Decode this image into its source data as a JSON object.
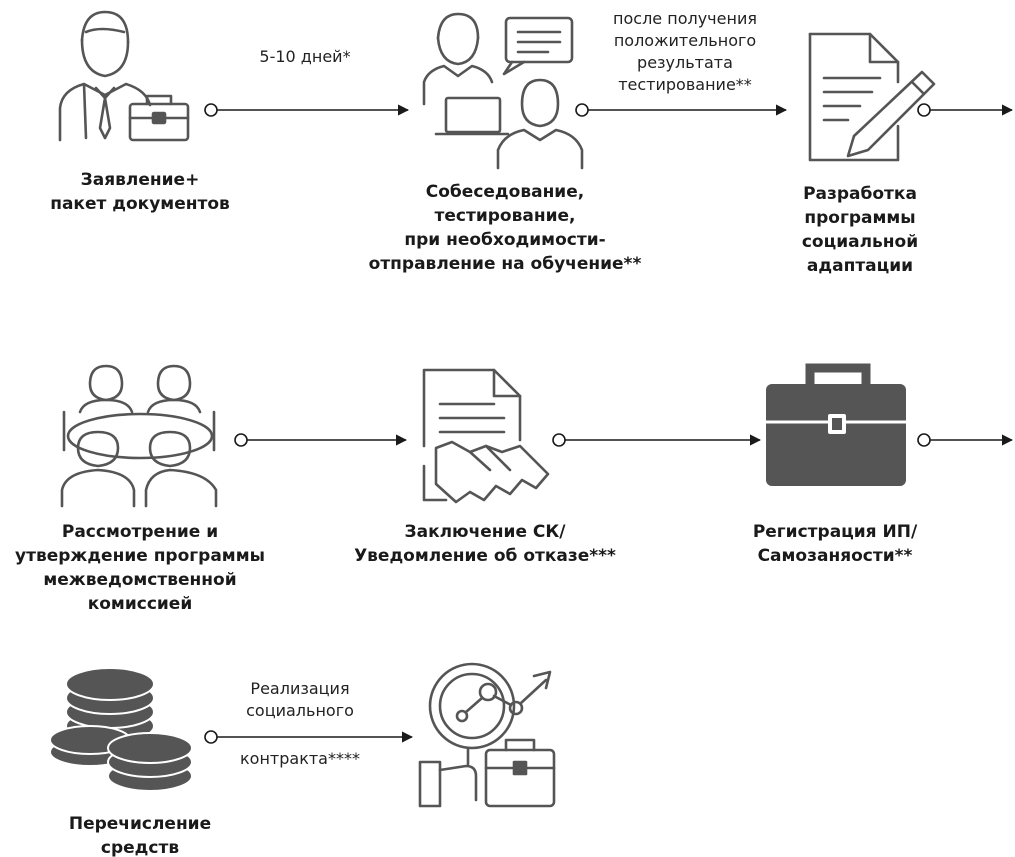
{
  "captions": {
    "application": [
      "Заявление+",
      "пакет документов"
    ],
    "interview": [
      "Собеседование,",
      "тестирование,",
      "при необходимости-",
      "отправление на обучение**"
    ],
    "program": [
      "Разработка",
      "программы",
      "социальной",
      "адаптации"
    ],
    "review": [
      "Рассмотрение и",
      "утверждение программы",
      "межведомственной",
      "комиссией"
    ],
    "contract": [
      "Заключение СК/",
      "Уведомление об отказе***"
    ],
    "registration": [
      "Регистрация ИП/",
      "Самозаняости**"
    ],
    "transfer": [
      "Перечисление",
      "средств"
    ]
  },
  "notes": {
    "days": "5-10 дней*",
    "after_test": [
      "после получения",
      "положительного",
      "результата",
      "тестирование**"
    ],
    "realization_top": [
      "Реализация",
      "социального"
    ],
    "realization_bottom": "контракта****"
  },
  "colors": {
    "icon": "#555555",
    "line": "#1a1a1a"
  }
}
